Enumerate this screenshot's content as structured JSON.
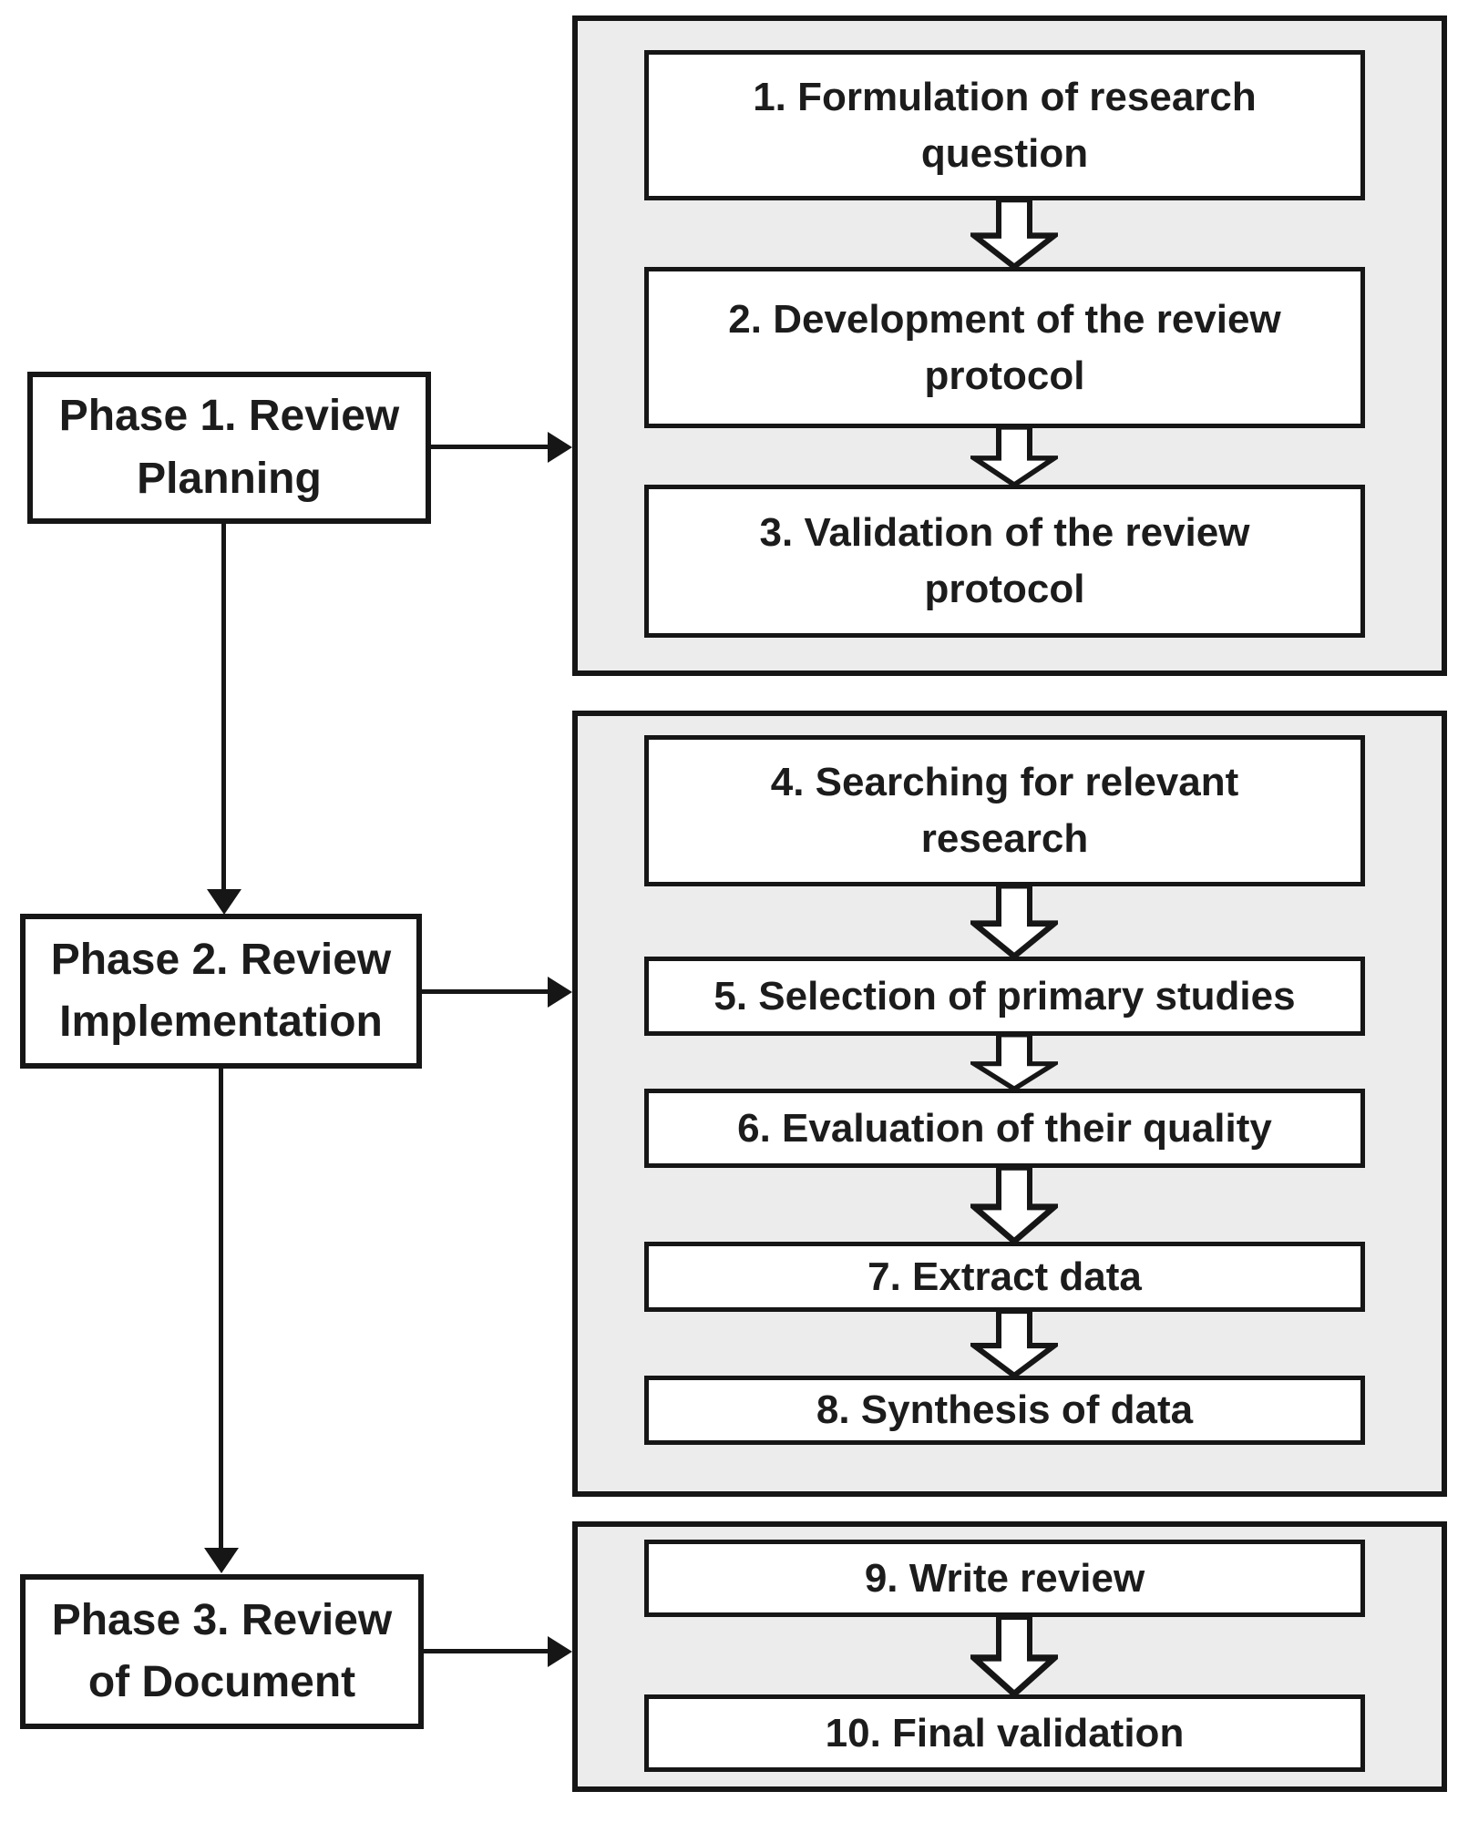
{
  "diagram": {
    "title": "Systematic review process flowchart",
    "phases": [
      {
        "label": "Phase 1. Review\nPlanning"
      },
      {
        "label": "Phase 2. Review\nImplementation"
      },
      {
        "label": "Phase 3. Review\nof Document"
      }
    ],
    "panels": [
      {
        "steps": [
          {
            "label": "1. Formulation of research\nquestion"
          },
          {
            "label": "2. Development of the review\nprotocol"
          },
          {
            "label": "3. Validation of the review\nprotocol"
          }
        ]
      },
      {
        "steps": [
          {
            "label": "4. Searching for relevant\nresearch"
          },
          {
            "label": "5. Selection of primary studies"
          },
          {
            "label": "6. Evaluation of their quality"
          },
          {
            "label": "7. Extract data"
          },
          {
            "label": "8. Synthesis of data"
          }
        ]
      },
      {
        "steps": [
          {
            "label": "9. Write review"
          },
          {
            "label": "10. Final validation"
          }
        ]
      }
    ],
    "colors": {
      "background": "#ffffff",
      "panel_fill": "#ececec",
      "box_fill": "#ffffff",
      "line": "#161616",
      "text": "#1c1c1c"
    }
  }
}
